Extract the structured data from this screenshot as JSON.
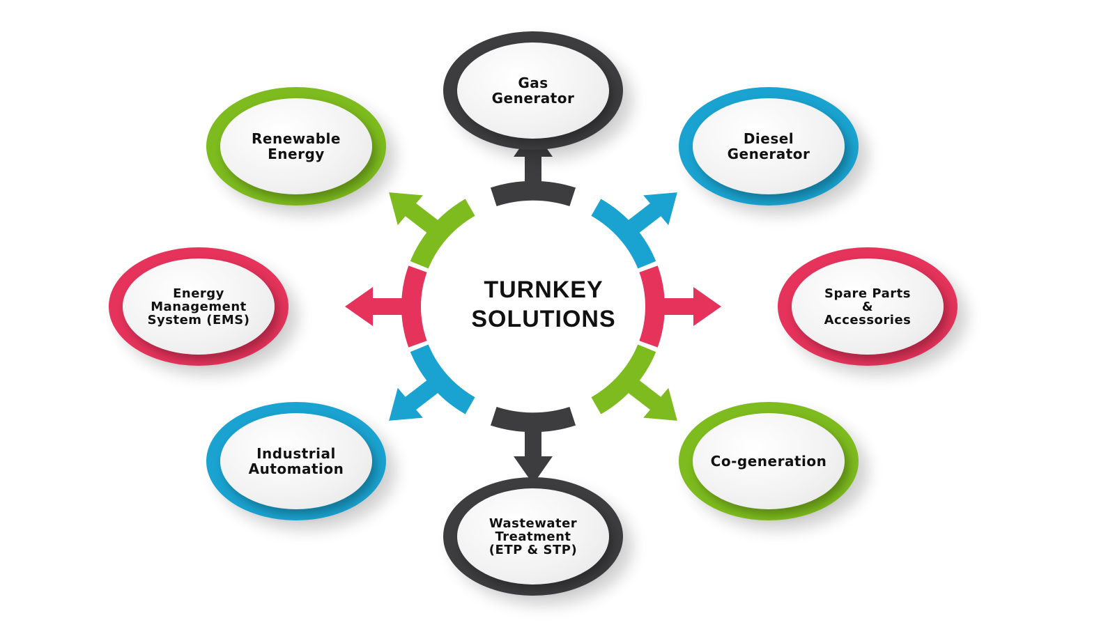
{
  "diagram": {
    "center": {
      "title": "TURNKEY\nSOLUTIONS"
    },
    "colors": {
      "green": "#7dbb1e",
      "blue": "#1aa3d0",
      "red": "#e5335b",
      "dark": "#3d3d3f"
    },
    "nodes": [
      {
        "id": "gas-generator",
        "label": "Gas\nGenerator",
        "color": "dark",
        "direction": "up"
      },
      {
        "id": "diesel-generator",
        "label": "Diesel\nGenerator",
        "color": "blue",
        "direction": "up-right"
      },
      {
        "id": "spare-parts",
        "label": "Spare Parts\n&\nAccessories",
        "color": "red",
        "direction": "right"
      },
      {
        "id": "co-generation",
        "label": "Co-generation",
        "color": "green",
        "direction": "down-right"
      },
      {
        "id": "wastewater-treatment",
        "label": "Wastewater\nTreatment\n(ETP & STP)",
        "color": "dark",
        "direction": "down"
      },
      {
        "id": "industrial-automation",
        "label": "Industrial\nAutomation",
        "color": "blue",
        "direction": "down-left"
      },
      {
        "id": "energy-management",
        "label": "Energy\nManagement\nSystem (EMS)",
        "color": "red",
        "direction": "left"
      },
      {
        "id": "renewable-energy",
        "label": "Renewable\nEnergy",
        "color": "green",
        "direction": "up-left"
      }
    ]
  }
}
